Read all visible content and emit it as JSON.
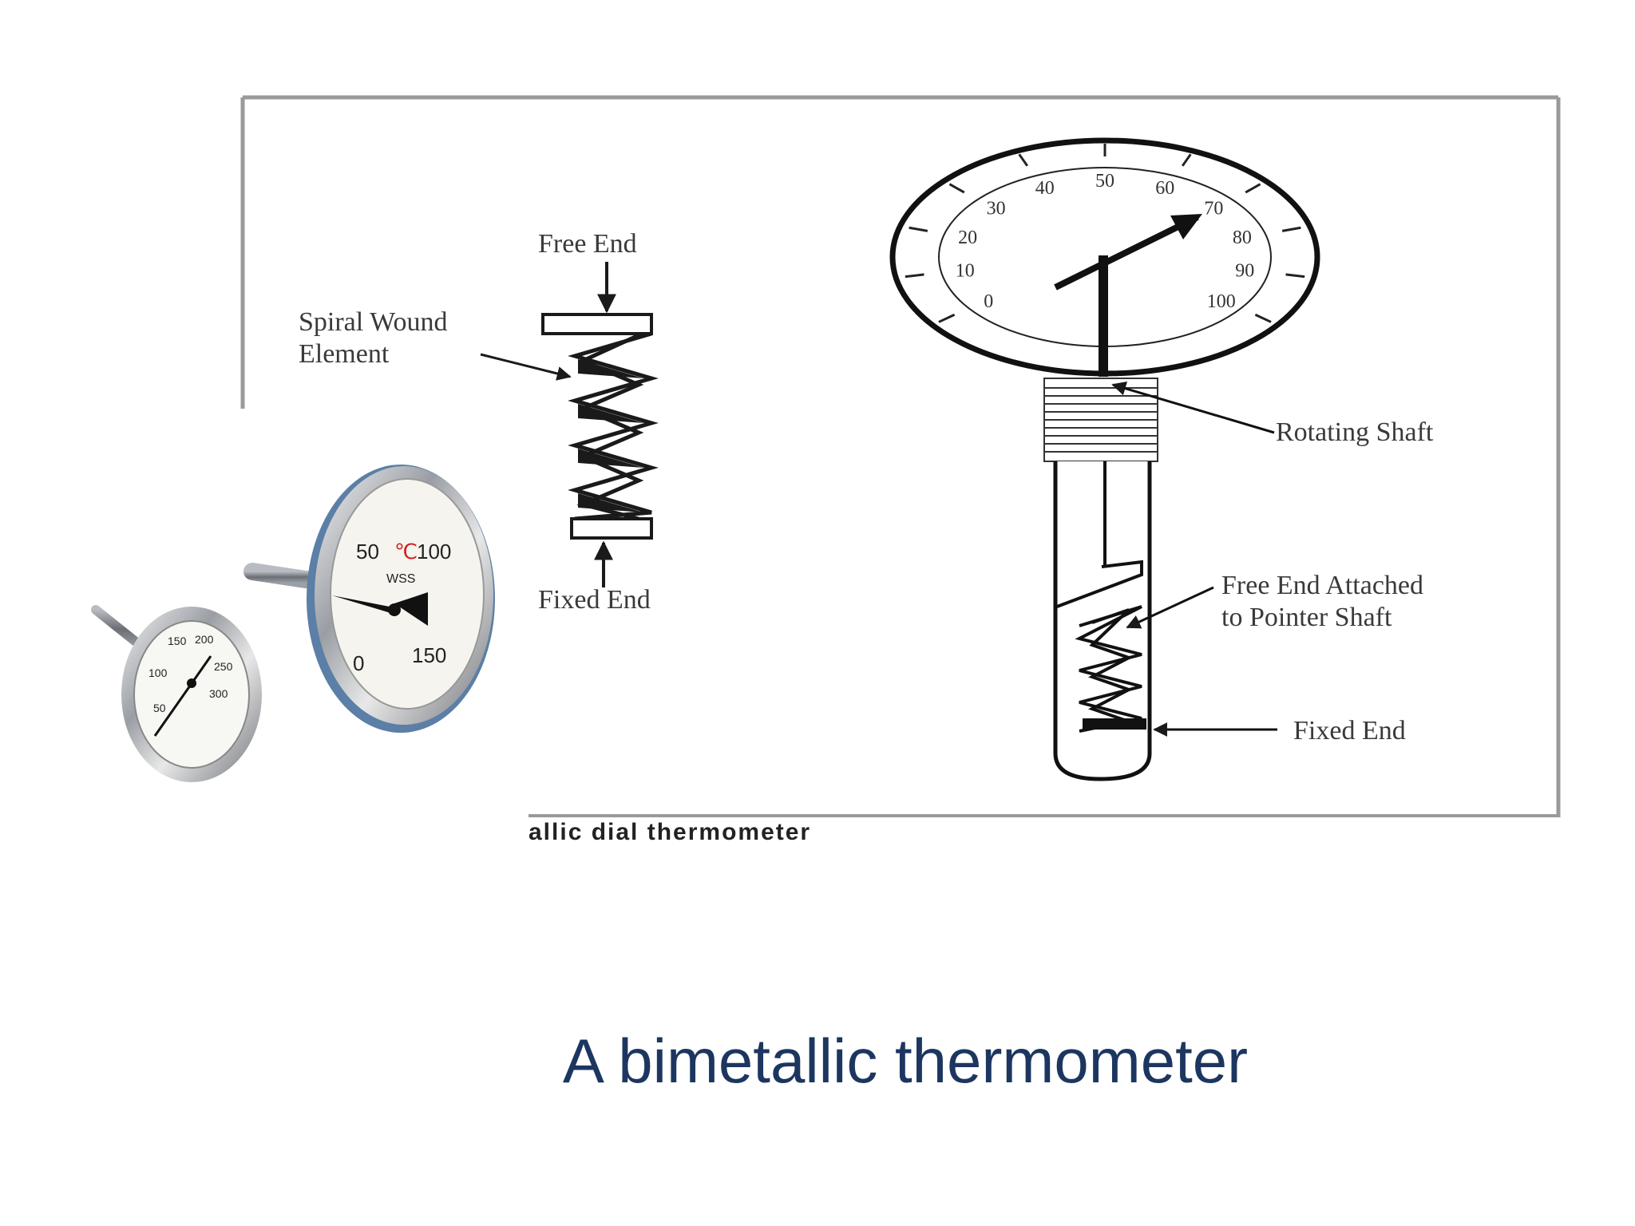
{
  "slide": {
    "caption": "A bimetallic thermometer",
    "figure_caption": "allic dial thermometer"
  },
  "diagram_left": {
    "free_end": "Free End",
    "element_line1": "Spiral Wound",
    "element_line2": "Element",
    "fixed_end": "Fixed End"
  },
  "diagram_right": {
    "rotating_shaft": "Rotating Shaft",
    "free_attached_line1": "Free End Attached",
    "free_attached_line2": "to Pointer Shaft",
    "fixed_end": "Fixed End",
    "dial_scale": [
      "0",
      "10",
      "20",
      "30",
      "40",
      "50",
      "60",
      "70",
      "80",
      "90",
      "100"
    ]
  },
  "photo": {
    "large_dial": {
      "labels": [
        "50",
        "℃",
        "100",
        "WSS",
        "0",
        "150"
      ]
    },
    "small_dial": {
      "labels": [
        "100",
        "150",
        "200",
        "250",
        "300",
        "50"
      ]
    }
  },
  "colors": {
    "caption": "#1c3660",
    "diagram_ink": "#1a1a1a",
    "frame": "#9a9a9a",
    "celsius": "#d22020"
  }
}
